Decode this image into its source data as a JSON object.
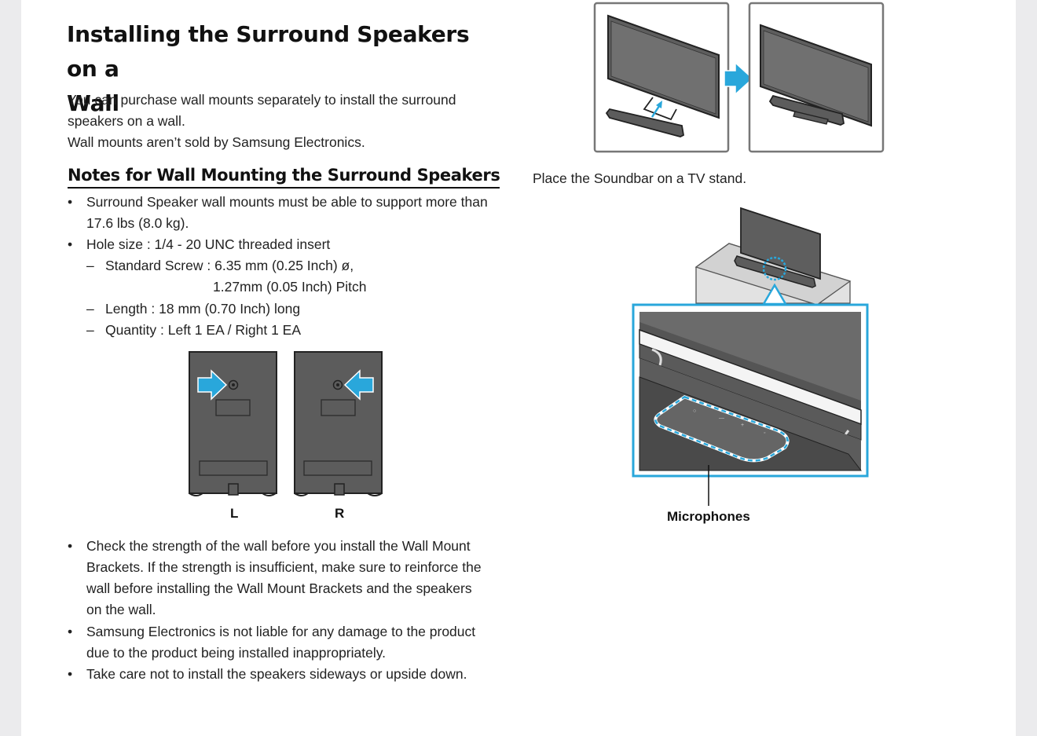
{
  "heading": {
    "title_line1": "Installing the Surround Speakers on a",
    "title_line2": "Wall"
  },
  "intro": [
    "You can purchase wall mounts separately to install the surround",
    "speakers on a wall.",
    "Wall mounts aren’t sold by Samsung Electronics."
  ],
  "notes": {
    "title": "Notes for Wall Mounting the Surround Speakers",
    "bullet_symbol": "•",
    "dash_symbol": "–",
    "top_bullets": [
      [
        "Surround Speaker wall mounts must be able to support more than",
        "17.6 lbs (8.0 kg)."
      ],
      [
        "Hole size : 1/4 - 20 UNC threaded insert"
      ]
    ],
    "screw_details": [
      "Standard Screw : 6.35 mm (0.25 Inch) ø,",
      "1.27mm (0.05 Inch) Pitch",
      "Length : 18 mm (0.70 Inch) long",
      "Quantity : Left 1 EA / Right 1 EA"
    ],
    "bottom_bullets": [
      [
        "Check the strength of the wall before you install the Wall Mount",
        "Brackets. If the strength is insufficient, make sure to reinforce the",
        "wall before installing the Wall Mount Brackets and the speakers",
        "on the wall."
      ],
      [
        "Samsung Electronics is not liable for any damage to the product",
        "due to the product being installed inappropriately."
      ],
      [
        "Take care not to install the speakers sideways or upside down."
      ]
    ]
  },
  "speaker_figure": {
    "left_label": "L",
    "right_label": "R"
  },
  "soundbar_figure": {
    "caption": "Place the Soundbar on a TV stand."
  },
  "microphone_figure": {
    "label": "Microphones"
  },
  "colors": {
    "accent_blue": "#29a7db",
    "device_gray": "#5c5c5c",
    "panel_gray": "#6e6e6e"
  }
}
